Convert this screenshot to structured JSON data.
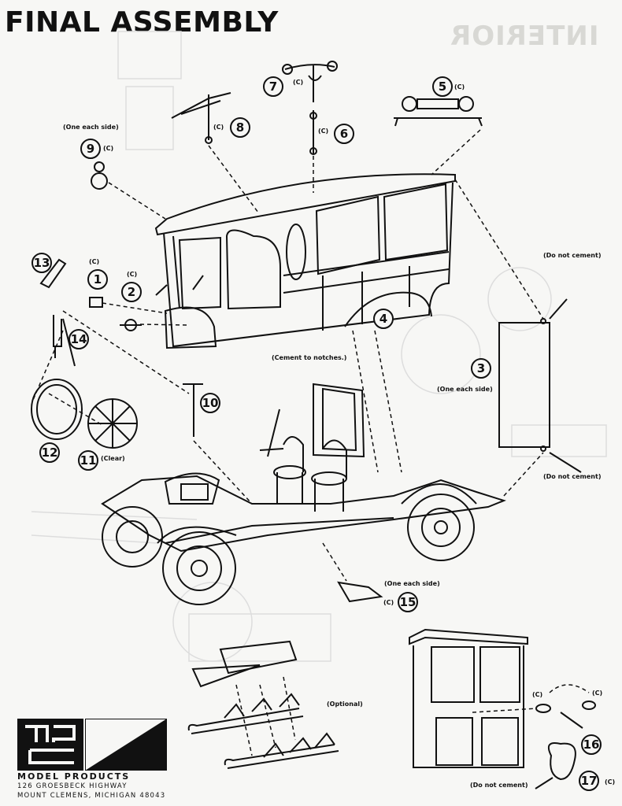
{
  "title": "FINAL ASSEMBLY",
  "ghost_title": "INTERIOR",
  "parts": [
    "1",
    "2",
    "3",
    "4",
    "5",
    "6",
    "7",
    "8",
    "9",
    "10",
    "11",
    "12",
    "13",
    "14",
    "15",
    "16",
    "17"
  ],
  "cement_mark": "(C)",
  "notes": {
    "one_each_side_top": "(One each side)",
    "do_not_cement_1": "(Do not cement)",
    "cement_to_notches": "(Cement to notches.)",
    "one_each_side_3": "(One each side)",
    "do_not_cement_2": "(Do not cement)",
    "clear": "(Clear)",
    "one_each_side_15": "(One each side)",
    "optional": "(Optional)",
    "do_not_cement_3": "(Do not cement)"
  },
  "company": {
    "name": "MODEL PRODUCTS",
    "address_line1": "126 GROESBECK HIGHWAY",
    "address_line2": "MOUNT CLEMENS, MICHIGAN 48043"
  }
}
